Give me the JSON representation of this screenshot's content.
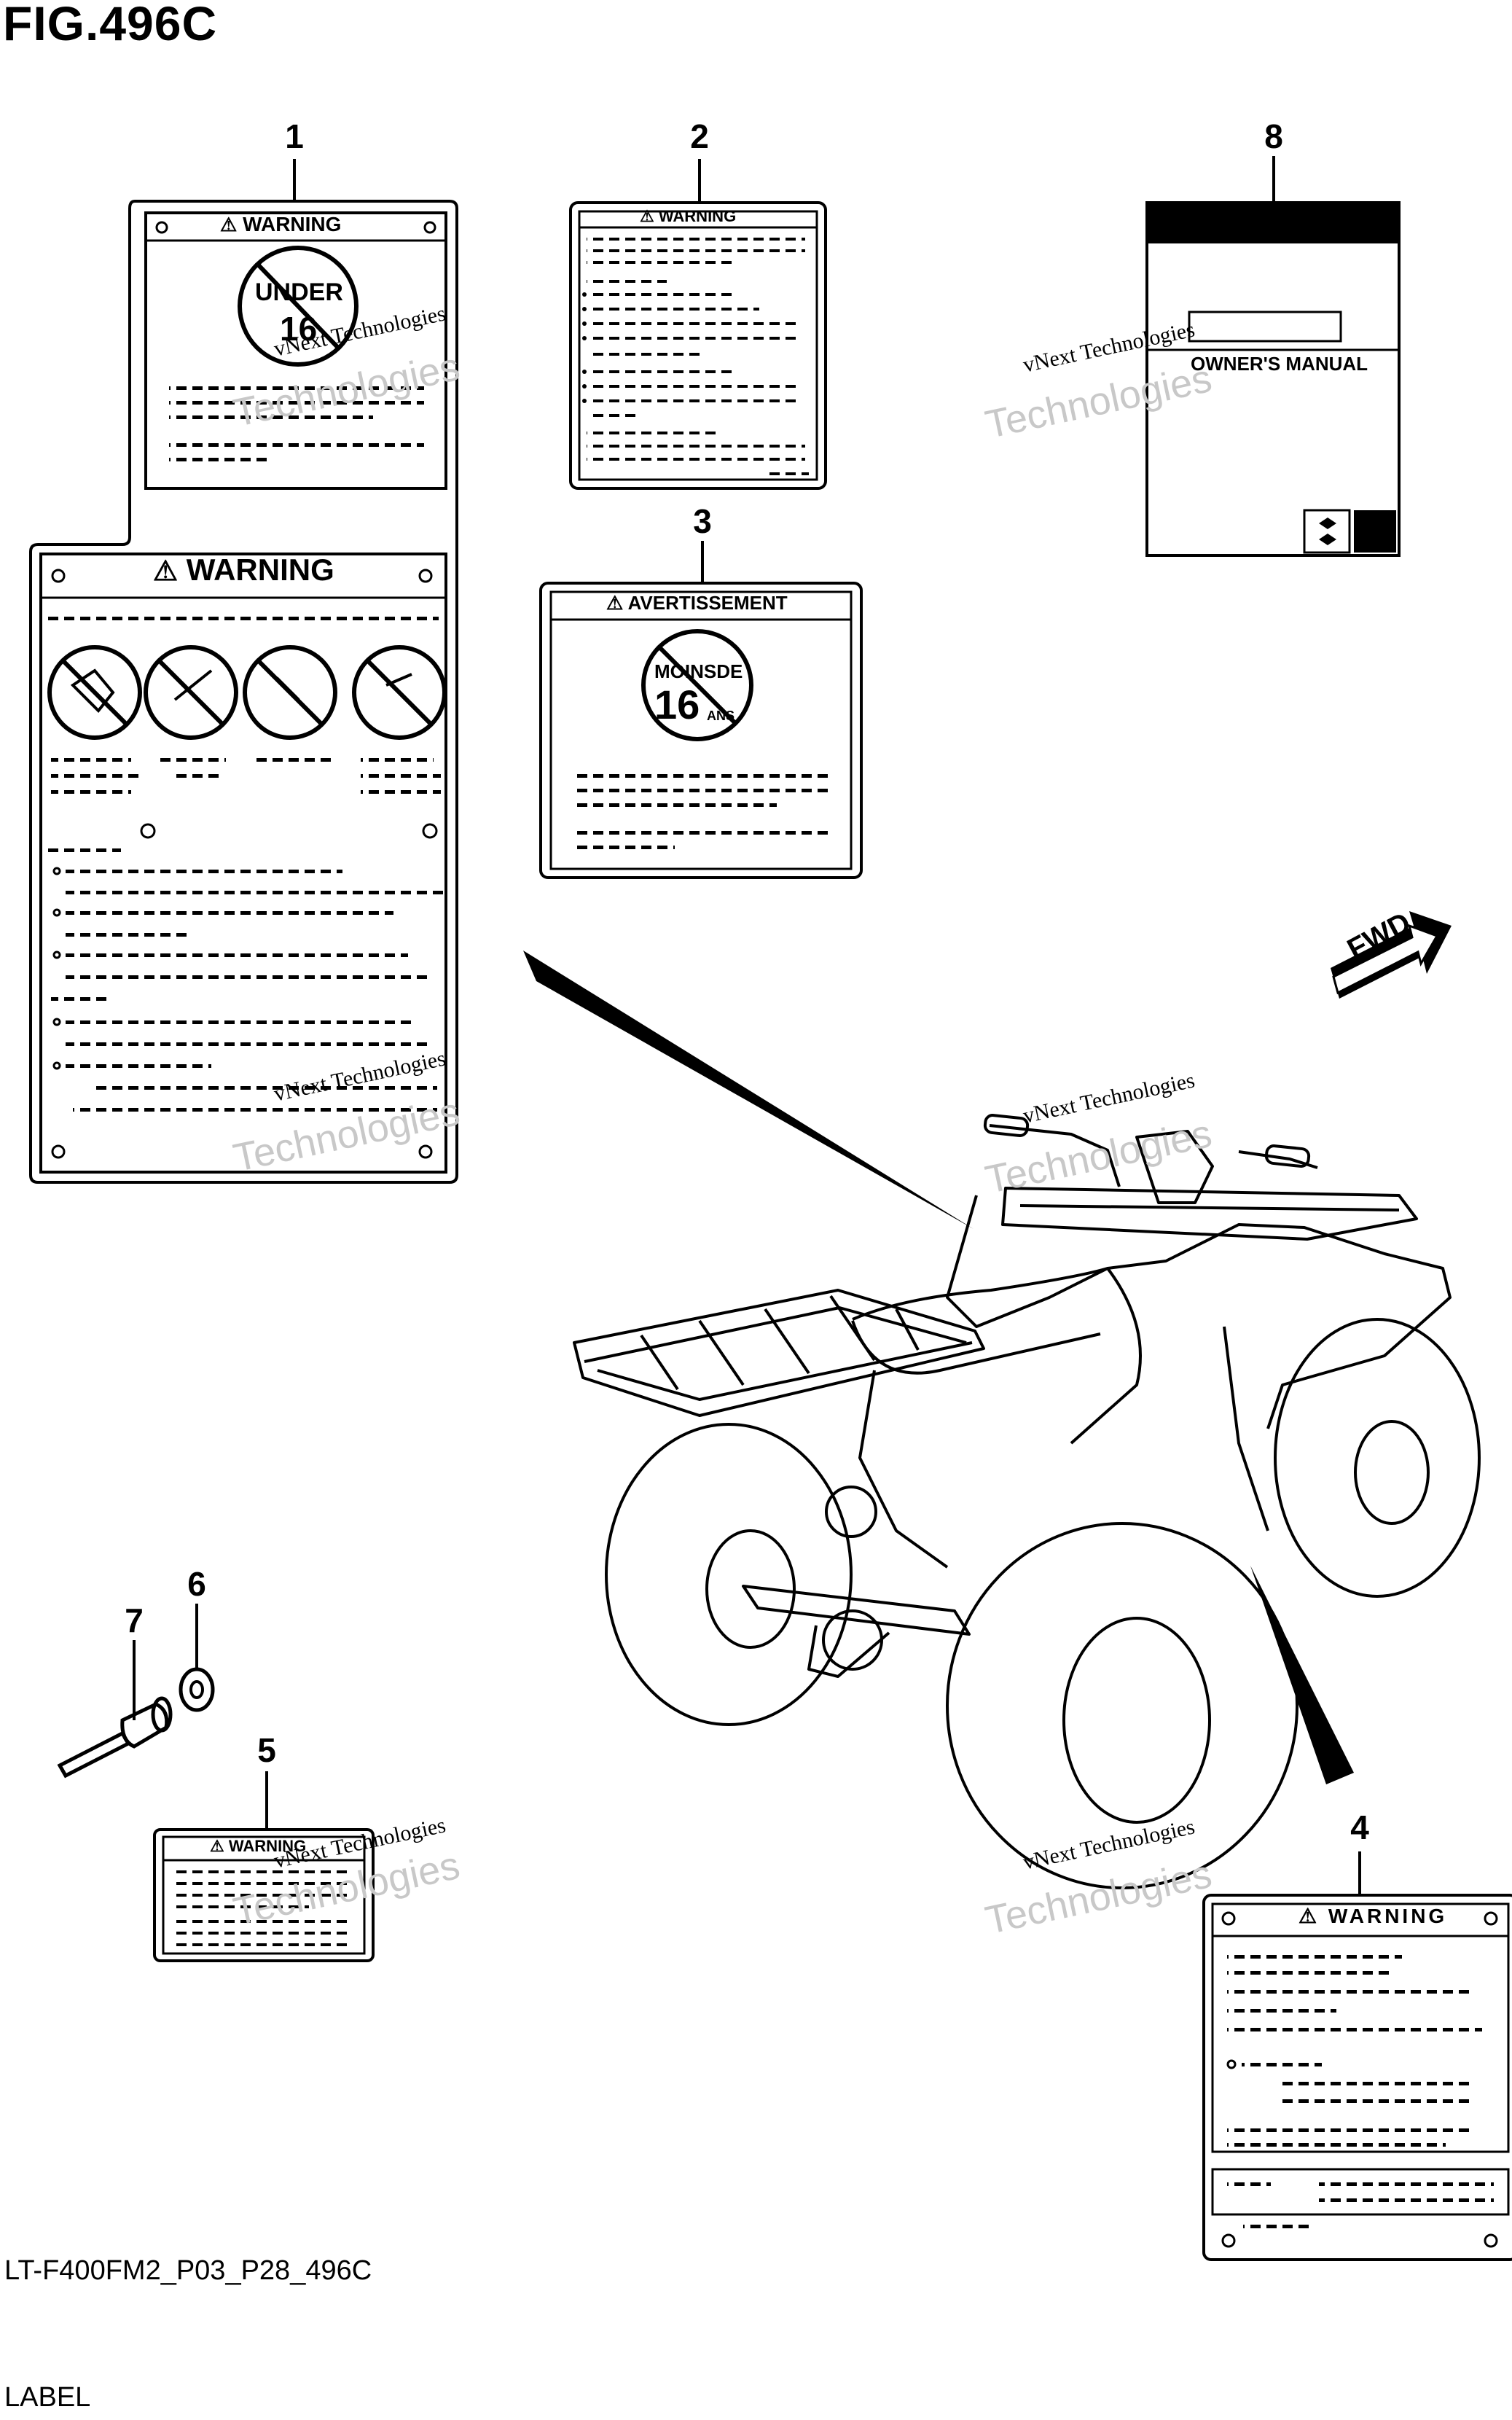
{
  "figure_title": "FIG.496C",
  "footer": {
    "code": "LT-F400FM2_P03_P28_496C",
    "section": "LABEL"
  },
  "callouts": [
    "1",
    "2",
    "3",
    "4",
    "5",
    "6",
    "7",
    "8"
  ],
  "labels": {
    "label_1_top": {
      "heading": "WARNING",
      "badge_line1": "UNDER",
      "badge_line2": "16"
    },
    "label_1_bottom": {
      "heading": "WARNING"
    },
    "label_2": {
      "heading": "WARNING"
    },
    "label_3": {
      "heading": "AVERTISSEMENT",
      "badge_line1": "MOINSDE",
      "badge_line2": "16",
      "badge_unit": "ANS"
    },
    "label_4": {
      "heading": "WARNING"
    },
    "label_5": {
      "heading": "WARNING"
    },
    "label_8": {
      "cover_text": "OWNER'S MANUAL"
    }
  },
  "direction_marker": "FWD",
  "watermark": {
    "line1": "vNext Technologies",
    "line2": "Technologies"
  },
  "colors": {
    "ink": "#000000",
    "paper": "#ffffff",
    "watermark": "#bfbfbf"
  }
}
